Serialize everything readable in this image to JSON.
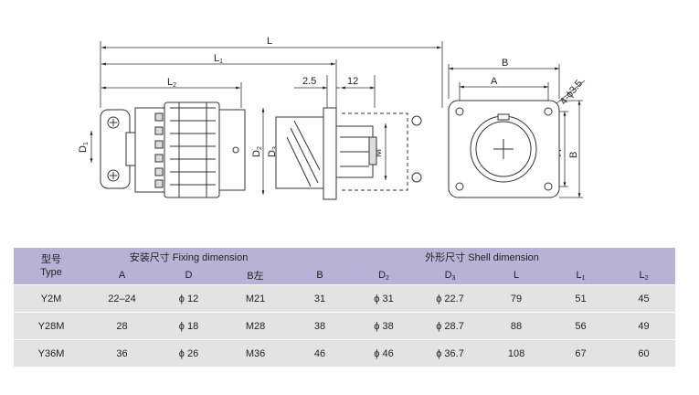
{
  "drawing": {
    "dims": {
      "L": "L",
      "L1": "L",
      "L1_sub": "1",
      "L2": "L",
      "L2_sub": "2",
      "spacing": "2.5",
      "twelve": "12",
      "B_top": "B",
      "A_top": "A",
      "holes": "4-ϕ3.5",
      "D1": "D",
      "D1_sub": "1",
      "D2": "D",
      "D2_sub": "2",
      "D3": "D",
      "D3_sub": "3",
      "M": "M",
      "A_side": "A",
      "B_side": "B"
    }
  },
  "table": {
    "type_head_cn": "型号",
    "type_head_en": "Type",
    "fixing_head": "安装尺寸 Fixing dimension",
    "shell_head": "外形尺寸  Shell dimension",
    "sub_headers": [
      {
        "main": "A",
        "sub": ""
      },
      {
        "main": "D",
        "sub": ""
      },
      {
        "main": "B左",
        "sub": ""
      },
      {
        "main": "B",
        "sub": ""
      },
      {
        "main": "D",
        "sub": "2"
      },
      {
        "main": "D",
        "sub": "3"
      },
      {
        "main": "L",
        "sub": ""
      },
      {
        "main": "L",
        "sub": "1"
      },
      {
        "main": "L",
        "sub": "2"
      }
    ],
    "rows": [
      [
        "Y2M",
        "22–24",
        "ϕ 12",
        "M21",
        "31",
        "ϕ 31",
        "ϕ 22.7",
        "79",
        "51",
        "45"
      ],
      [
        "Y28M",
        "28",
        "ϕ 18",
        "M28",
        "38",
        "ϕ 38",
        "ϕ 28.7",
        "88",
        "56",
        "49"
      ],
      [
        "Y36M",
        "36",
        "ϕ 26",
        "M36",
        "46",
        "ϕ 46",
        "ϕ 36.7",
        "108",
        "67",
        "60"
      ]
    ]
  }
}
